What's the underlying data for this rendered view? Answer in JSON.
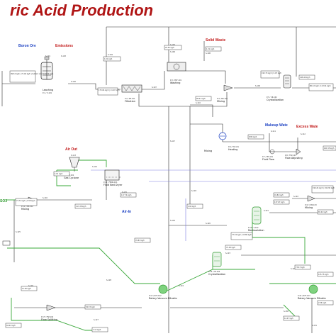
{
  "title": "ric Acid Production",
  "colors": {
    "title": "#b01515",
    "material_in": "#1a3fc2",
    "material_out": "#c21a1a",
    "steam": "#2f9a2f"
  },
  "io_labels": {
    "boron_ore": "Boron Ore",
    "emissions": "Emissions",
    "solid_waste": "Solid Waste",
    "air_out": "Air Out",
    "air_in": "Air-In",
    "makeup_water": "Makeup Wate",
    "excess_water": "Excess Wate",
    "edge_stub": "SO3"
  },
  "units": {
    "leaching": "Leaching",
    "filtration": "Filtration",
    "washing": "Washing",
    "mixing_1": "Mixing",
    "crystallization_1": "Crystallization",
    "mixing_2": "Mixing",
    "heating": "Heating",
    "flow_adjust": "Flow Adjusting",
    "fluid_flow": "Fluid Flow",
    "gas_cyclone": "Gas Cyclone",
    "fluid_bed_dryer": "Fluid Bed Dryer",
    "mixing_3": "Mixing",
    "redissolution": "Redissolution",
    "mixing_4": "Mixing",
    "crystallization_2": "Crystallization",
    "rvf_1": "Rotary Vacuum Filtratio",
    "rvf_2": "Rotary Vacuum Filtratio",
    "flow_splitting": "Flow Splitting"
  },
  "streams": {
    "s_boron": "S-101",
    "s_leach_out": "S-102",
    "s_emis": "S-103",
    "s_top": "S-104",
    "s_topmid": "S-105",
    "s_topmid2": "S-106",
    "s_wash_in": "S-107",
    "s_solid": "S-108",
    "s_cryst": "S-109",
    "s_heat": "S-110",
    "s_makeup": "S-111",
    "s_excess": "S-112",
    "s_air": "S-113",
    "s_cyc": "S-114",
    "s_dry": "S-115",
    "s_mix": "S-116",
    "s_vert1": "S-117",
    "s_vert2": "S-118",
    "s_mid1": "S-119",
    "s_mid2": "S-120",
    "s_redis": "S-121",
    "s_mix4": "S-122",
    "s_cryst2": "S-123",
    "s_rvf": "S-124",
    "s_bot1": "S-125",
    "s_bot2": "S-126",
    "s_bot3": "S-127",
    "s_bot4": "S-128",
    "s_bot5": "S-129",
    "s_bot6": "S-130",
    "s_bot7": "S-131"
  },
  "sub_labels": {
    "p_leach": "P-1 / V-101",
    "p_filt": "P-2 / BF-101",
    "p_wash": "P-3 / RVF-101",
    "p_mix1": "P-4 / MX-101",
    "p_cryst": "P-5 / CR-101",
    "p_heat": "P-6 / HX-101",
    "p_pump": "P-7 / PM-101",
    "p_flow": "P-8 / FSP-101",
    "p_cyc": "P-9 / CY-101",
    "p_dryer": "P-10 / FBDR-101",
    "p_mix3": "P-11 / MX-102",
    "p_redis": "P-12 / V-102",
    "p_mix4": "P-13 / MX-103",
    "p_cryst2": "P-14 / CR-102",
    "p_rvf1": "P-15 / RVF-102",
    "p_rvf2": "P-16 / RVF-103",
    "p_split": "P-17 / FSP-102"
  },
  "info_boxes": [
    "99.52 kg/h | 72.92 kg/h | Sulfuric Acid 109.72 kg/h",
    "1.01 kg/h",
    "25.55 kg/h",
    "173.04 kg/h | 11.07 kg/h",
    "1.31 kg/h",
    "99.21 kg/h",
    "193.73 kg/h | 9.97 kg/h",
    "148.49 kg/h",
    "86.22 kg/h | 113.91 kg/h",
    "8.89 kg/h",
    "161.55 kg/h",
    "1.61 kg/h",
    "117.74 kg/h",
    "117.28 kg/h",
    "73.72 kg/h | 0.58 kg/h",
    "1.60 kg/h",
    "76.83 kg/h",
    "77.54 kg/h | 33.89 kg/h",
    "91.84 kg/h",
    "137.67 kg/h",
    "190.24 kg/h | 192.36 kg/h",
    "65.42 kg/h",
    "75.38 kg/h",
    "73.67 kg/h",
    "11.60 kg/h",
    "54.53 kg/h",
    "7.13 kg/h",
    "44.22 kg/h",
    "14.47 kg/h",
    "2.56 kg/h",
    "125.75 kg/h"
  ]
}
